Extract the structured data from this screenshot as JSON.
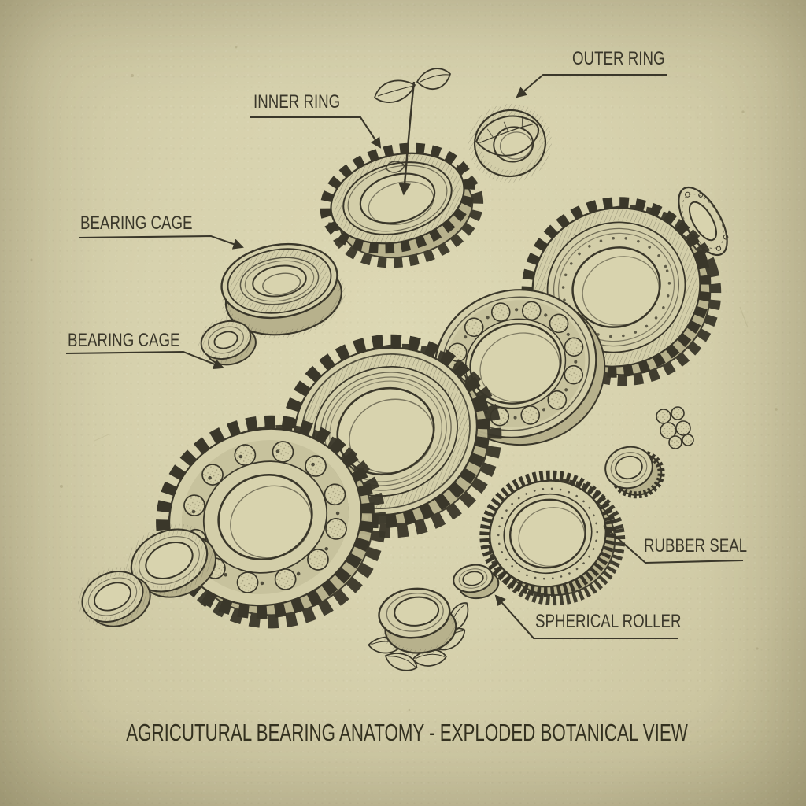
{
  "title": "AGRICUTURAL BEARING ANATOMY - EXPLODED BOTANICAL VIEW",
  "labels": {
    "outer_ring": "OUTER RING",
    "inner_ring": "INNER RING",
    "bearing_cage_upper": "BEARING CAGE",
    "bearing_cage_lower": "BEARING CAGE",
    "rubber_seal": "RUBBER SEAL",
    "spherical_roller": "SPHERICAL ROLLER"
  },
  "style": {
    "colors": {
      "paper": "#d8d3ae",
      "ink": "#3a372a",
      "body": "#d3cea9",
      "shade": "#b7b18c"
    }
  },
  "parts": [
    "inner-ring-gear-with-sprout",
    "leaf-wrapped-outer-ring",
    "stamped-washer",
    "toothed-outer-gear",
    "ball-bearing-ring",
    "sealed-bearing-cage",
    "small-washer",
    "central-gear-ring",
    "ball-bearing-gear",
    "plain-ring-medium",
    "plain-ring-small",
    "ribbed-rubber-seal",
    "small-ribbed-ring",
    "seed-berry-cluster",
    "spherical-roller-bushing",
    "cylinder-ring-on-leaves"
  ]
}
